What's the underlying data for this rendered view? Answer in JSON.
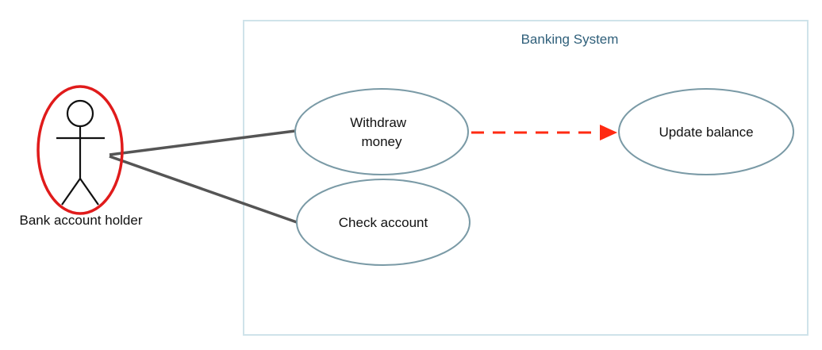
{
  "system": {
    "title": "Banking System",
    "border_color": "#cfe3ea",
    "title_color": "#2f5f7a"
  },
  "actor": {
    "label": "Bank account holder",
    "highlight_color": "#e01b1b"
  },
  "use_cases": {
    "withdraw": {
      "line1": "Withdraw",
      "line2": "money"
    },
    "check": {
      "label": "Check account"
    },
    "update": {
      "label": "Update balance"
    }
  },
  "relations": {
    "dependency_color": "#ff2a12",
    "association_color": "#555555"
  }
}
